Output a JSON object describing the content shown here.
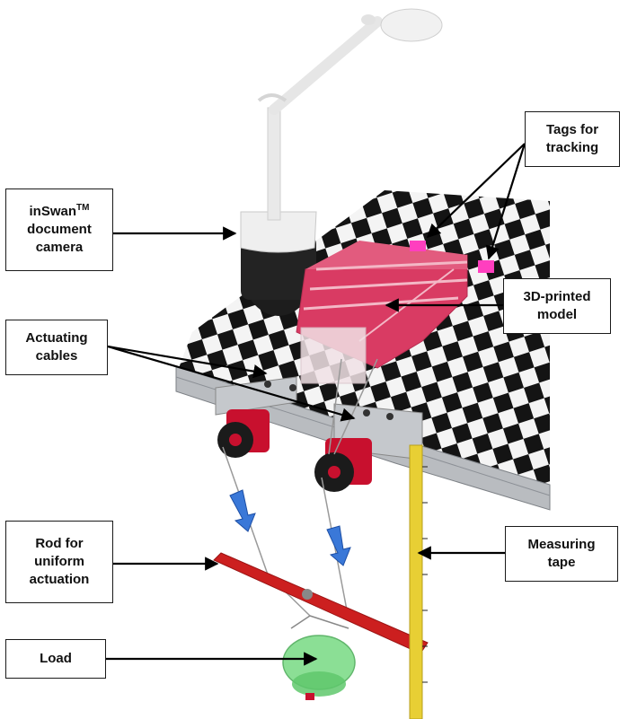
{
  "labels": {
    "camera": {
      "line1_main": "inSwan",
      "line1_sup": "TM",
      "line2": "document",
      "line3": "camera"
    },
    "tags": {
      "line1": "Tags for",
      "line2": "tracking"
    },
    "model": {
      "line1": "3D-printed",
      "line2": "model"
    },
    "cables": {
      "line1": "Actuating",
      "line2": "cables"
    },
    "rod": {
      "line1": "Rod for",
      "line2": "uniform",
      "line3": "actuation"
    },
    "tape": {
      "line1": "Measuring",
      "line2": "tape"
    },
    "load": {
      "line1": "Load"
    }
  },
  "colors": {
    "model": "#d93b63",
    "tags": "#ff3fbf",
    "pulley": "#c8102e",
    "rod": "#cc1f1f",
    "tape": "#e8cf34",
    "arrow_blue": "#3a78d8",
    "load": "#7fdc8a",
    "frame": "#b9bcc0"
  },
  "icons": [
    "lamp",
    "checkerboard-platform",
    "pulley",
    "weight-bucket",
    "direction-arrow"
  ]
}
